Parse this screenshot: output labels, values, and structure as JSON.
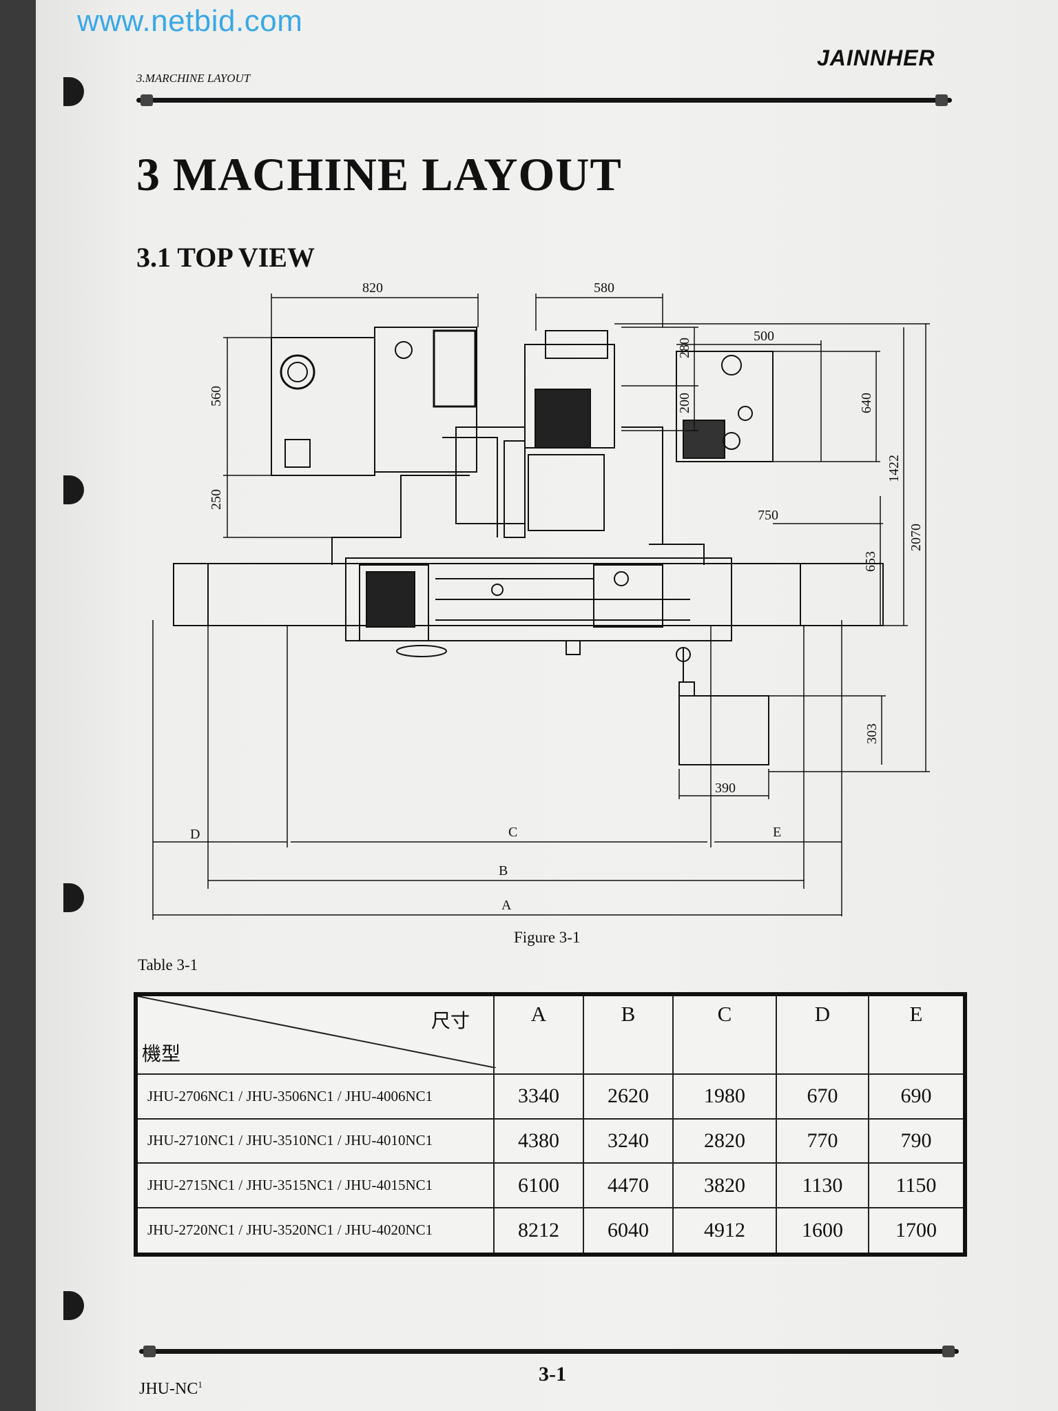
{
  "watermark": "www.netbid.com",
  "header": {
    "section": "3.MARCHINE LAYOUT",
    "brand": "JAINNHER"
  },
  "title": "3 MACHINE LAYOUT",
  "subtitle": "3.1 TOP VIEW",
  "figure": {
    "caption": "Figure 3-1",
    "dimensions": {
      "d820": "820",
      "d580": "580",
      "d500": "500",
      "d560": "560",
      "d250": "250",
      "d280": "280",
      "d200": "200",
      "d640": "640",
      "d1422": "1422",
      "d2070": "2070",
      "d750": "750",
      "d653": "653",
      "d303": "303",
      "d390": "390",
      "A": "A",
      "B": "B",
      "C": "C",
      "D": "D",
      "E": "E"
    }
  },
  "table": {
    "label": "Table 3-1",
    "corner_top": "尺寸",
    "corner_bottom": "機型",
    "columns": [
      "A",
      "B",
      "C",
      "D",
      "E"
    ],
    "rows": [
      {
        "model": "JHU-2706NC1 / JHU-3506NC1 / JHU-4006NC1",
        "values": [
          "3340",
          "2620",
          "1980",
          "670",
          "690"
        ]
      },
      {
        "model": "JHU-2710NC1 / JHU-3510NC1 / JHU-4010NC1",
        "values": [
          "4380",
          "3240",
          "2820",
          "770",
          "790"
        ]
      },
      {
        "model": "JHU-2715NC1 / JHU-3515NC1 / JHU-4015NC1",
        "values": [
          "6100",
          "4470",
          "3820",
          "1130",
          "1150"
        ]
      },
      {
        "model": "JHU-2720NC1 / JHU-3520NC1 / JHU-4020NC1",
        "values": [
          "8212",
          "6040",
          "4912",
          "1600",
          "1700"
        ]
      }
    ]
  },
  "footer": {
    "model": "JHU-NC",
    "model_sup": "1",
    "page": "3-1"
  }
}
